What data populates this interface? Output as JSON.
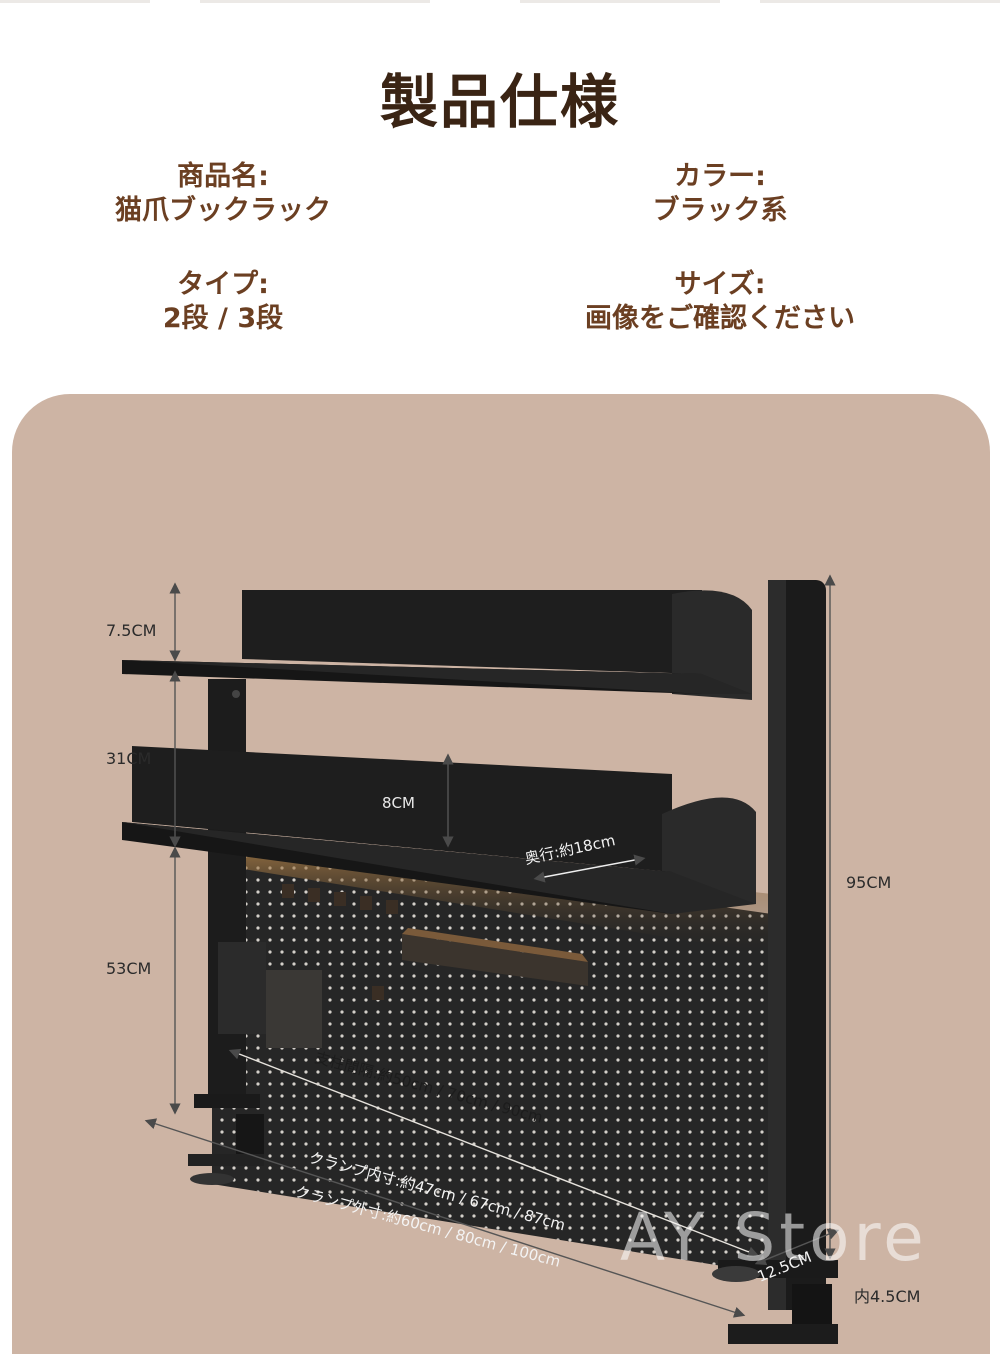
{
  "title": "製品仕様",
  "specs": {
    "name_label": "商品名:",
    "name_value": "猫爪ブックラック",
    "color_label": "カラー:",
    "color_value": "ブラック系",
    "type_label": "タイプ:",
    "type_value": "2段 / 3段",
    "size_label": "サイズ:",
    "size_value": "画像をご確認ください"
  },
  "dimensions": {
    "shelf_gap_top": "7.5CM",
    "shelf_gap_mid": "31CM",
    "board_height": "53CM",
    "shelf_lip": "8CM",
    "depth": "奥行:約18cm",
    "total_height": "95CM",
    "pole_spacing": "支柱間隔:約50cm / 70cm / 90cm",
    "clamp_inner": "クランプ内寸:約47cm / 67cm / 87cm",
    "clamp_outer": "クランプ外寸:約60cm / 80cm / 100cm",
    "clamp_depth": "12.5CM",
    "clamp_inner_width": "内4.5CM"
  },
  "watermark": "AY Store",
  "colors": {
    "title": "#3a2414",
    "spec_text": "#6b3f22",
    "panel_bg": "#cdb4a4",
    "product": "#1f1f1f"
  }
}
